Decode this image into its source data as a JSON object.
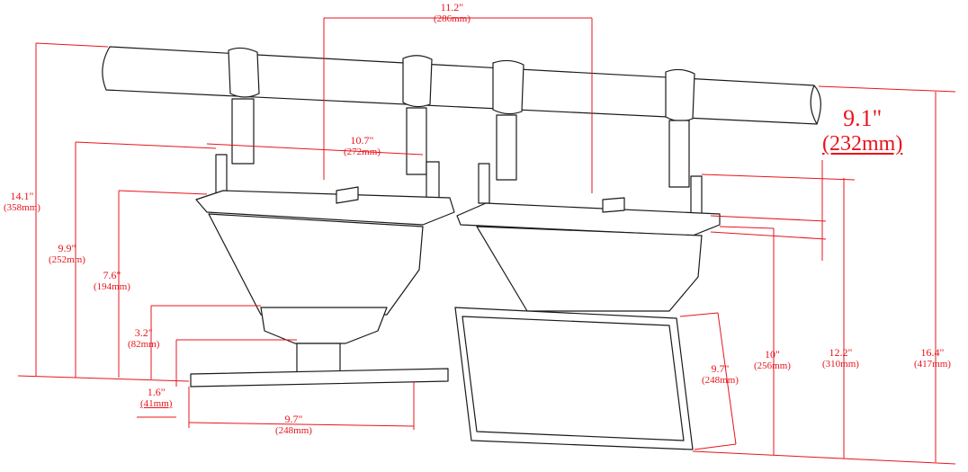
{
  "dimensions": [
    {
      "id": "top-spacing",
      "imperial": "11.2\"",
      "metric": "(286mm)"
    },
    {
      "id": "inner-spacing",
      "imperial": "10.7\"",
      "metric": "(272mm)"
    },
    {
      "id": "bracket-offset",
      "imperial": "9.1\"",
      "metric": "(232mm)"
    },
    {
      "id": "left-total-height",
      "imperial": "14.1\"",
      "metric": "(358mm)"
    },
    {
      "id": "left-body-height",
      "imperial": "9.9\"",
      "metric": "(252mm)"
    },
    {
      "id": "left-housing-height",
      "imperial": "7.6\"",
      "metric": "(194mm)"
    },
    {
      "id": "left-neck-height",
      "imperial": "3.2\"",
      "metric": "(82mm)"
    },
    {
      "id": "base-thickness",
      "imperial": "1.6\"",
      "metric": "(41mm)"
    },
    {
      "id": "base-width",
      "imperial": "9.7\"",
      "metric": "(248mm)"
    },
    {
      "id": "panel-width",
      "imperial": "9.7\"",
      "metric": "(248mm)"
    },
    {
      "id": "right-body-height",
      "imperial": "10\"",
      "metric": "(256mm)"
    },
    {
      "id": "right-mid-height",
      "imperial": "12.2\"",
      "metric": "(310mm)"
    },
    {
      "id": "right-total-height",
      "imperial": "16.4\"",
      "metric": "(417mm)"
    }
  ],
  "colors": {
    "dimension": "#e8141c",
    "outline": "#1a1a1a"
  }
}
